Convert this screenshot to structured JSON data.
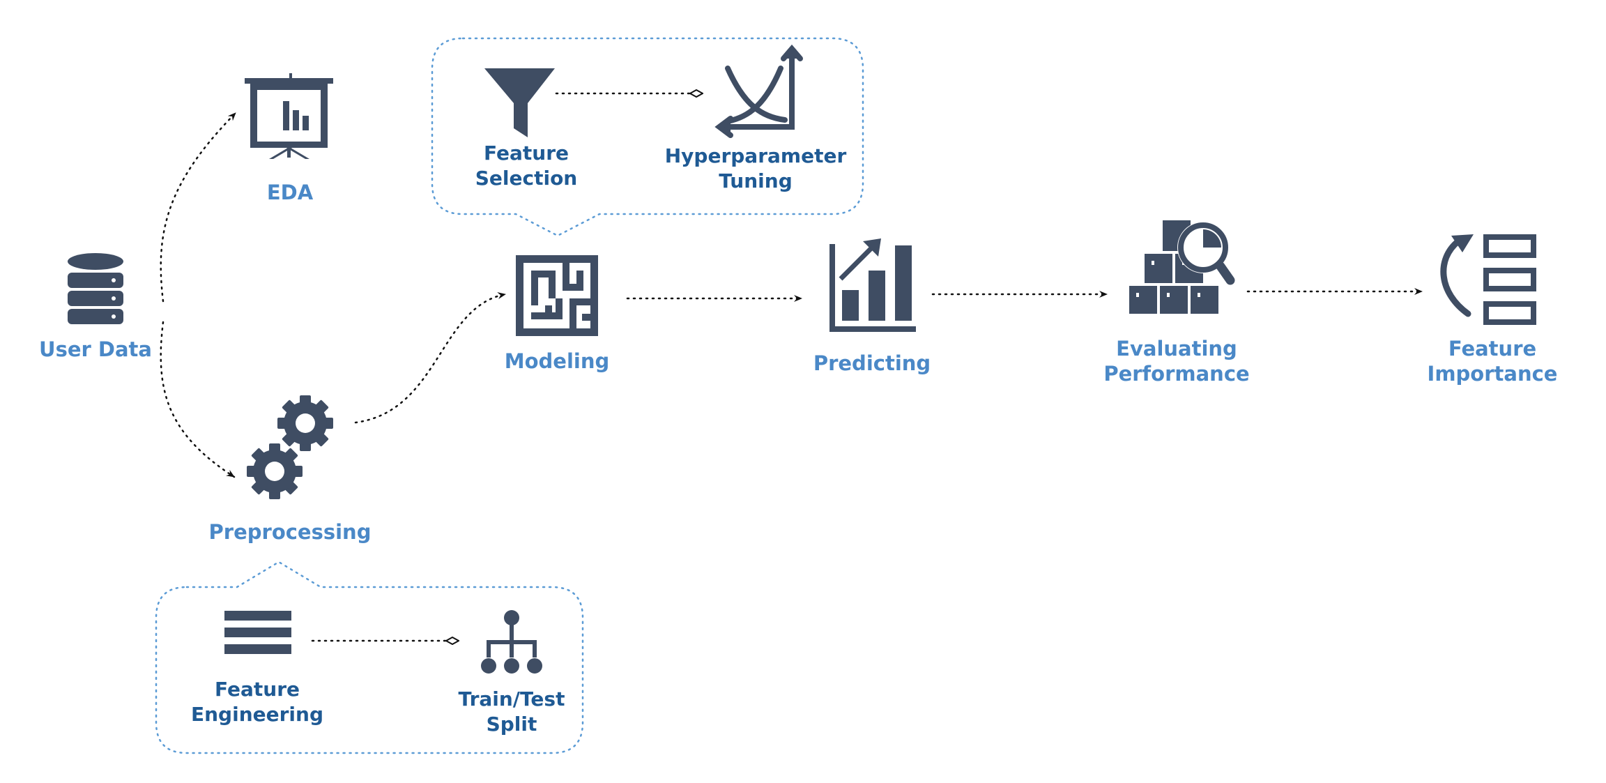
{
  "colors": {
    "icon": "#3f4d63",
    "primary_label": "#4a88c7",
    "secondary_label": "#1f5a94",
    "connector": "#111111",
    "callout_border": "#5b9bd5",
    "background": "#ffffff"
  },
  "nodes": {
    "user_data": {
      "icon": "database-icon",
      "label": "User Data"
    },
    "eda": {
      "icon": "presentation-board-icon",
      "label": "EDA"
    },
    "preprocessing": {
      "icon": "gears-icon",
      "label": "Preprocessing"
    },
    "modeling": {
      "icon": "maze-icon",
      "label": "Modeling"
    },
    "predicting": {
      "icon": "bar-chart-trend-icon",
      "label": "Predicting"
    },
    "evaluating": {
      "icon": "boxes-magnifier-icon",
      "label_line1": "Evaluating",
      "label_line2": "Performance"
    },
    "importance": {
      "icon": "ranking-list-icon",
      "label_line1": "Feature",
      "label_line2": "Importance"
    }
  },
  "modeling_callout": {
    "feature_selection": {
      "icon": "funnel-icon",
      "label_line1": "Feature",
      "label_line2": "Selection"
    },
    "hyperparameter_tuning": {
      "icon": "curves-axes-icon",
      "label_line1": "Hyperparameter",
      "label_line2": "Tuning"
    }
  },
  "preprocessing_callout": {
    "feature_engineering": {
      "icon": "lines-icon",
      "label_line1": "Feature",
      "label_line2": "Engineering"
    },
    "train_test_split": {
      "icon": "hierarchy-icon",
      "label_line1": "Train/Test",
      "label_line2": "Split"
    }
  }
}
